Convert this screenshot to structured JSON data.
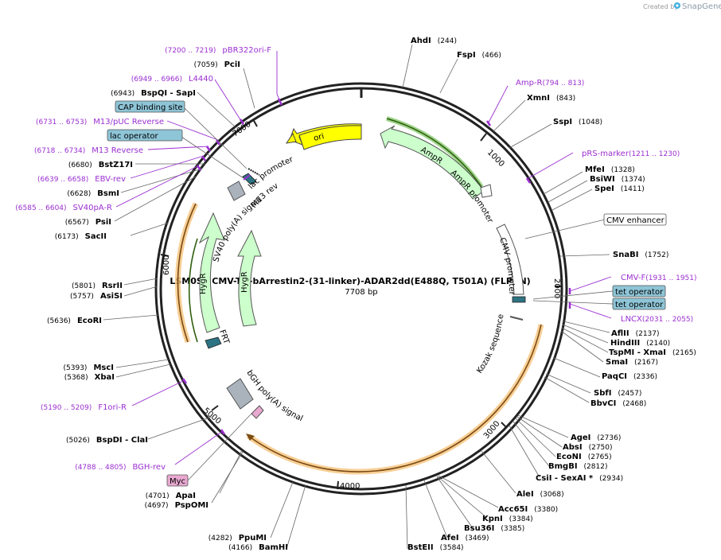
{
  "credit": {
    "prefix": "Created by",
    "brand": "SnapGene"
  },
  "plasmid": {
    "name": "LSM0S9 CMV-TO-bArrestin2-(31-linker)-ADAR2dd(E488Q, T501A) (FLP-IN)",
    "length_label": "7708 bp"
  },
  "ticks": [
    "1000",
    "2000",
    "3000",
    "4000",
    "5000",
    "6000",
    "7000"
  ],
  "features": {
    "ori": "ori",
    "ampr": "AmpR",
    "ampr_promoter": "AmpR promoter",
    "cmv_promoter": "CMV promoter",
    "kozak": "Kozak sequence",
    "bgh": "bGH poly(A) signal",
    "hygr_left": "HygR",
    "hygr_right": "HygR",
    "frt": "FRT",
    "sv40": "SV40 poly(A) signal",
    "m13rev": "M13 rev",
    "lac_promoter": "lac promoter"
  },
  "boxed_labels": {
    "cap": "CAP binding site",
    "lac_operator": "lac operator",
    "cmv_enhancer": "CMV enhancer",
    "tet_operator_1": "tet operator",
    "tet_operator_2": "tet operator",
    "myc": "Myc"
  },
  "right_labels": [
    {
      "name": "AhdI",
      "pos": "(244)"
    },
    {
      "name": "FspI",
      "pos": "(466)"
    },
    {
      "name": "XmnI",
      "pos": "(843)"
    },
    {
      "name": "SspI",
      "pos": "(1048)"
    },
    {
      "name": "MfeI",
      "pos": "(1328)"
    },
    {
      "name": "BsiWI",
      "pos": "(1374)"
    },
    {
      "name": "SpeI",
      "pos": "(1411)"
    },
    {
      "name": "SnaBI",
      "pos": "(1752)"
    },
    {
      "name": "AflII",
      "pos": "(2137)"
    },
    {
      "name": "HindIII",
      "pos": "(2140)"
    },
    {
      "name": "TspMI - XmaI",
      "pos": "(2165)"
    },
    {
      "name": "SmaI",
      "pos": "(2167)"
    },
    {
      "name": "PaqCI",
      "pos": "(2336)"
    },
    {
      "name": "SbfI",
      "pos": "(2457)"
    },
    {
      "name": "BbvCI",
      "pos": "(2468)"
    },
    {
      "name": "AgeI",
      "pos": "(2736)"
    },
    {
      "name": "AbsI",
      "pos": "(2750)"
    },
    {
      "name": "EcoNI",
      "pos": "(2765)"
    },
    {
      "name": "BmgBI",
      "pos": "(2812)"
    },
    {
      "name": "CsiI - SexAI *",
      "pos": "(2934)"
    },
    {
      "name": "AleI",
      "pos": "(3068)"
    },
    {
      "name": "Acc65I",
      "pos": "(3380)"
    },
    {
      "name": "KpnI",
      "pos": "(3384)"
    },
    {
      "name": "Bsu36I",
      "pos": "(3385)"
    },
    {
      "name": "AfeI",
      "pos": "(3469)"
    },
    {
      "name": "BstEII",
      "pos": "(3584)"
    }
  ],
  "left_labels": [
    {
      "name": "PciI",
      "pos": "(7059)"
    },
    {
      "name": "BspQI - SapI",
      "pos": "(6943)"
    },
    {
      "name": "BstZ17I",
      "pos": "(6680)"
    },
    {
      "name": "BsmI",
      "pos": "(6628)"
    },
    {
      "name": "PsiI",
      "pos": "(6567)"
    },
    {
      "name": "SacII",
      "pos": "(6173)"
    },
    {
      "name": "RsrII",
      "pos": "(5801)"
    },
    {
      "name": "AsiSI",
      "pos": "(5757)"
    },
    {
      "name": "EcoRI",
      "pos": "(5636)"
    },
    {
      "name": "MscI",
      "pos": "(5393)"
    },
    {
      "name": "XbaI",
      "pos": "(5368)"
    },
    {
      "name": "BspDI - ClaI",
      "pos": "(5026)"
    },
    {
      "name": "ApaI",
      "pos": "(4701)"
    },
    {
      "name": "PspOMI",
      "pos": "(4697)"
    },
    {
      "name": "PpuMI",
      "pos": "(4282)"
    },
    {
      "name": "BamHI",
      "pos": "(4166)"
    }
  ],
  "primers": [
    {
      "range": "(7200 .. 7219)",
      "name": "pBR322ori-F"
    },
    {
      "range": "(6949 .. 6966)",
      "name": "L4440"
    },
    {
      "range": "(6731 .. 6753)",
      "name": "M13/pUC Reverse"
    },
    {
      "range": "(6718 .. 6734)",
      "name": "M13 Reverse"
    },
    {
      "range": "(6639 .. 6658)",
      "name": "EBV-rev"
    },
    {
      "range": "(6585 .. 6604)",
      "name": "SV40pA-R"
    },
    {
      "range": "(5190 .. 5209)",
      "name": "F1ori-R"
    },
    {
      "range": "(4788 .. 4805)",
      "name": "BGH-rev"
    },
    {
      "range": "(794 .. 813)",
      "name": "Amp-R"
    },
    {
      "range": "(1211 .. 1230)",
      "name": "pRS-marker"
    },
    {
      "range": "(1931 .. 1951)",
      "name": "CMV-F"
    },
    {
      "range": "(2031 .. 2055)",
      "name": "LNCX"
    }
  ]
}
